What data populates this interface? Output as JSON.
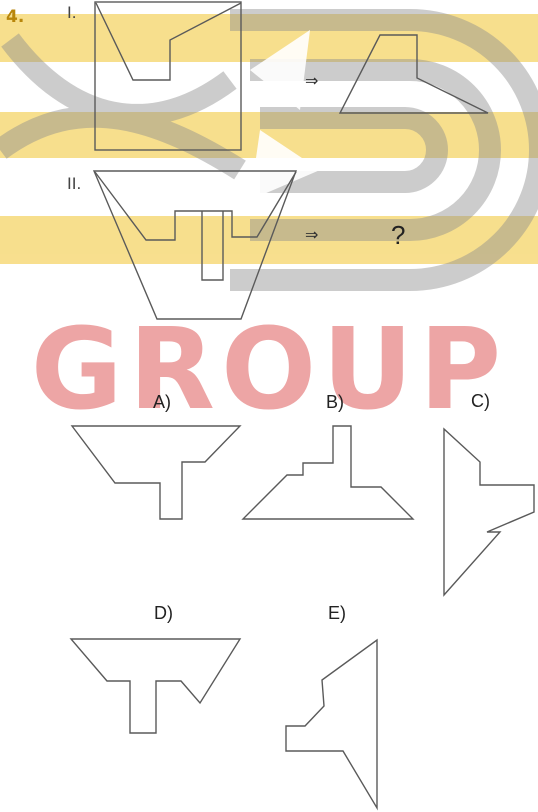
{
  "question": {
    "number": "4.",
    "case1_label": "I.",
    "case2_label": "II.",
    "arrow": "⇒",
    "unknown": "?"
  },
  "options": {
    "a": "A)",
    "b": "B)",
    "c": "C)",
    "d": "D)",
    "e": "E)"
  },
  "watermark": {
    "text": "GROUP",
    "color": "#e26b6b",
    "stripe_color": "#f2c531"
  },
  "colors": {
    "line": "#5a5a5a"
  }
}
